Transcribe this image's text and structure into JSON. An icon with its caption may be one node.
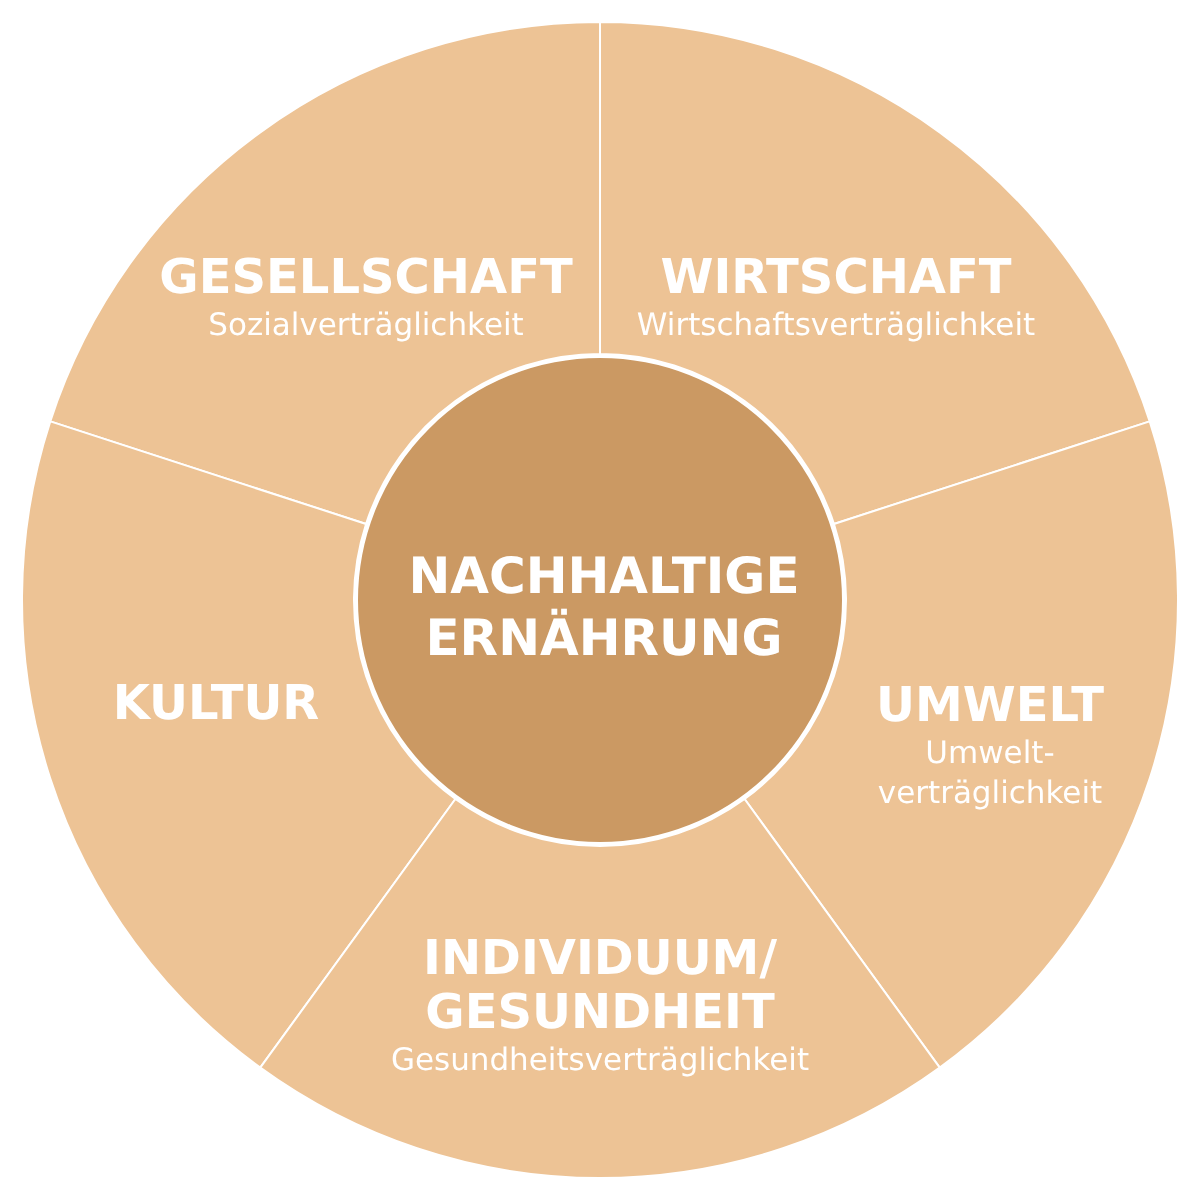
{
  "diagram": {
    "nodes": [
      {
        "text": [
          "GESELLSCHAFT",
          "Sozialverträglichkeit"
        ]
      },
      {
        "text": [
          "WIRTSCHAFT",
          "Wirtschaftsverträglichkeit"
        ]
      },
      {
        "text": [
          "NACHHALTIGE ERNÄHRUNG"
        ]
      },
      {
        "text": [
          "KULTUR"
        ]
      },
      {
        "text": [
          "UMWELT",
          "Umwelt- verträglichkeit"
        ]
      },
      {
        "text": [
          "INDIVIDUUM/ GESUNDHEIT",
          "Gesundheitsverträglichkeit"
        ]
      }
    ]
  }
}
